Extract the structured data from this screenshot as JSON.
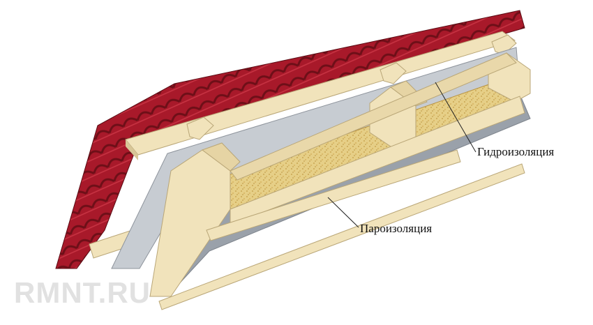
{
  "labels": {
    "waterproofing": "Гидроизоляция",
    "vapor_barrier": "Пароизоляция"
  },
  "watermark": "RMNT.RU",
  "colors": {
    "tile": "#a8192a",
    "tile_dark": "#6e0f18",
    "wood": "#f1e3bb",
    "wood_shade": "#d8c697",
    "membrane": "#9aa1aa",
    "membrane_light": "#c7ccd2",
    "insulation": "#e6cf87",
    "insulation_dark": "#c9a653"
  }
}
